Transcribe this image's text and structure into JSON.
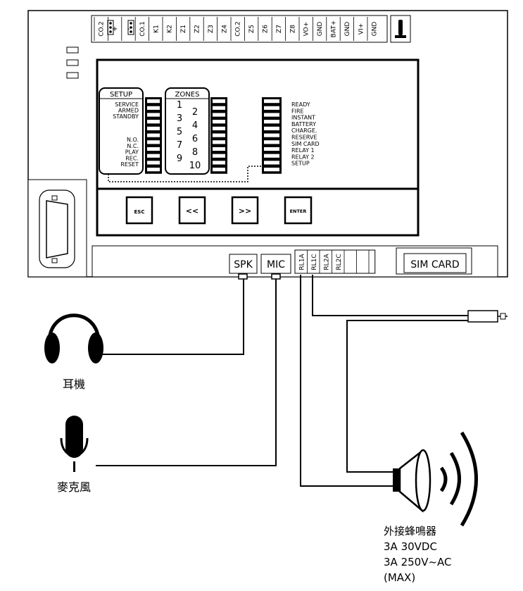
{
  "terminal_strip": {
    "labels": [
      "CO.2",
      "+",
      "-",
      "CO.1",
      "K1",
      "K2",
      "Z1",
      "Z2",
      "Z3",
      "Z4",
      "CO.2",
      "Z5",
      "Z6",
      "Z7",
      "Z8",
      "VO+",
      "GND",
      "BAT+",
      "GND",
      "VI+",
      "GND"
    ]
  },
  "setup_panel": {
    "title": "SETUP",
    "status_items": [
      "SERVICE",
      "ARMED",
      "STANDBY"
    ],
    "action_items": [
      "N.O.",
      "N.C.",
      "PLAY",
      "REC.",
      "RESET"
    ]
  },
  "zones_panel": {
    "title": "ZONES",
    "left_numbers": [
      "1",
      "3",
      "5",
      "7",
      "9"
    ],
    "right_numbers": [
      "2",
      "4",
      "6",
      "8",
      "10"
    ]
  },
  "status_panel": {
    "items": [
      "READY",
      "FIRE",
      "INSTANT",
      "BATTERY",
      "CHARGE.",
      "RESERVE",
      "SIM CARD",
      "RELAY 1",
      "RELAY 2",
      "SETUP"
    ]
  },
  "buttons": {
    "esc": "ESC",
    "prev": "<<",
    "next": ">>",
    "enter": "ENTER"
  },
  "connectors": {
    "spk": "SPK",
    "mic": "MIC",
    "relay_labels": [
      "RL1A",
      "RL1C",
      "RL2A",
      "RL2C"
    ],
    "sim_card": "SIM CARD"
  },
  "devices": {
    "headphone_label": "耳機",
    "microphone_label": "麥克風",
    "buzzer_label": "外接蜂鳴器",
    "buzzer_spec_1": "3A 30VDC",
    "buzzer_spec_2": "3A 250V~AC",
    "buzzer_spec_3": "(MAX)"
  }
}
